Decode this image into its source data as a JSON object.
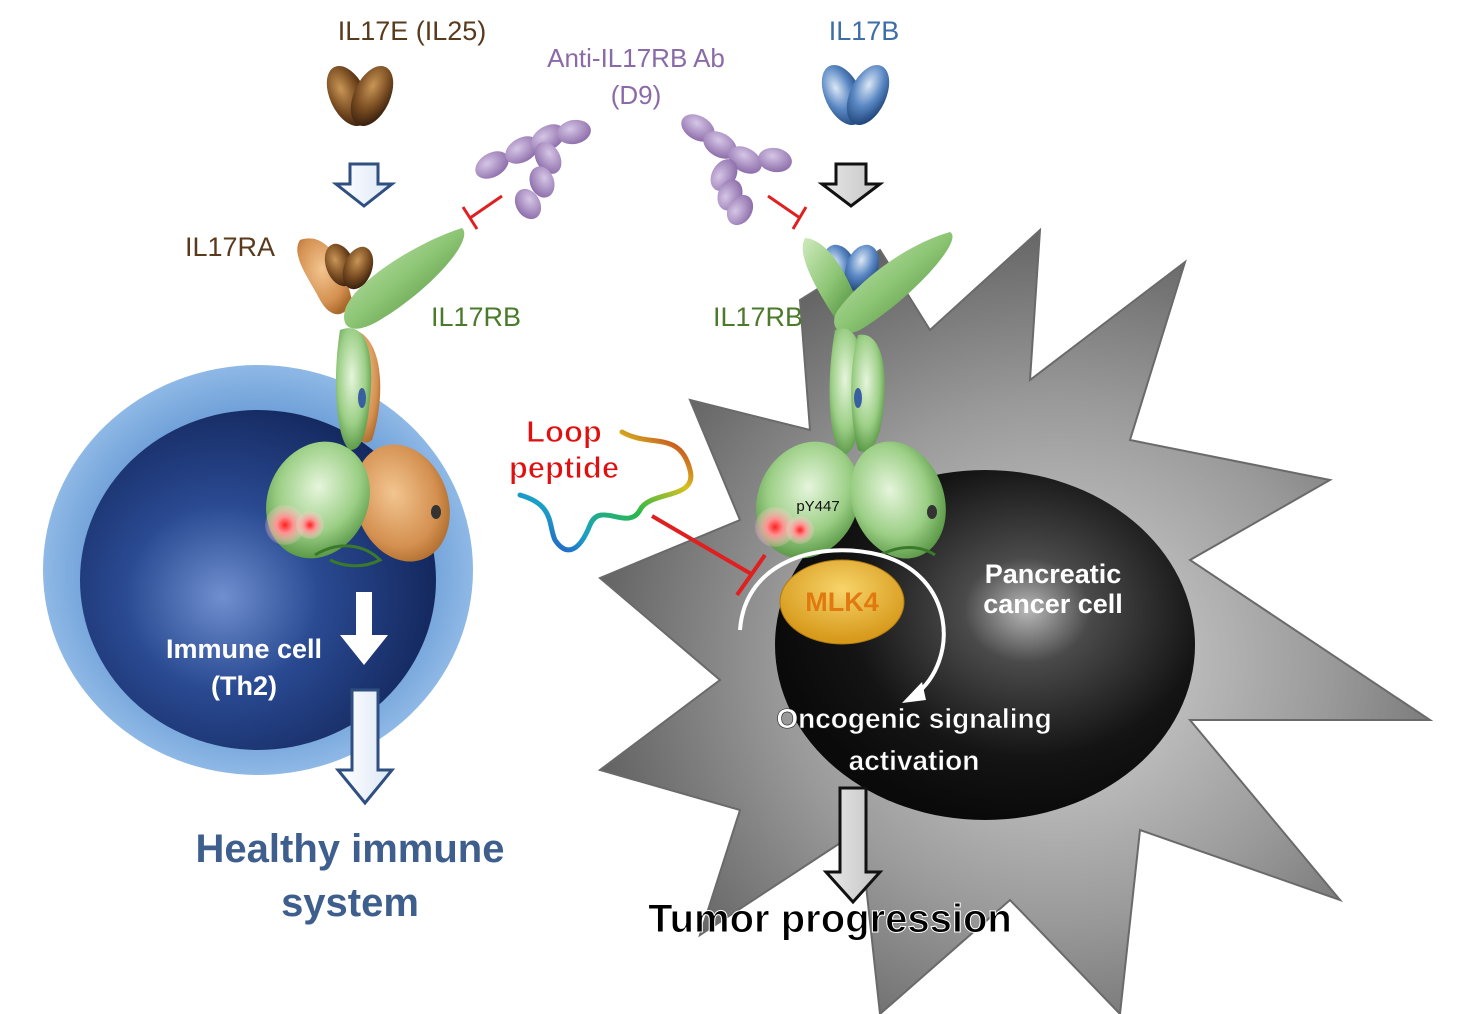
{
  "labels": {
    "il17e": "IL17E (IL25)",
    "antibody_line1": "Anti-IL17RB Ab",
    "antibody_line2": "(D9)",
    "il17b": "IL17B",
    "il17ra": "IL17RA",
    "il17rb_left": "IL17RB",
    "il17rb_right": "IL17RB",
    "loop_line1": "Loop",
    "loop_line2": "peptide",
    "py447": "pY447",
    "mlk4": "MLK4",
    "cancer_line1": "Pancreatic",
    "cancer_line2": "cancer cell",
    "immune_line1": "Immune cell",
    "immune_line2": "(Th2)",
    "onco_line1": "Oncogenic signaling",
    "onco_line2": "activation",
    "healthy_line1": "Healthy immune",
    "healthy_line2": "system",
    "tumor": "Tumor progression"
  },
  "colors": {
    "il17e": "#5a3a1c",
    "antibody": "#8a6aa8",
    "il17b": "#3e6ea8",
    "il17rb_text": "#4a7a2a",
    "inhibitor": "#e02020",
    "loop_text": "#e01010",
    "mlk4_text": "#e07a10",
    "healthy_text": "#3e5f8e",
    "immune_cell": "#1e3a7a",
    "cancer_cell": "#1a1a1a"
  },
  "icons": [
    "il17e-dimer",
    "il17b-dimer",
    "antibody-molecule",
    "receptor-complex",
    "loop-peptide-ribbon",
    "inhibition-bar",
    "flow-arrow"
  ]
}
